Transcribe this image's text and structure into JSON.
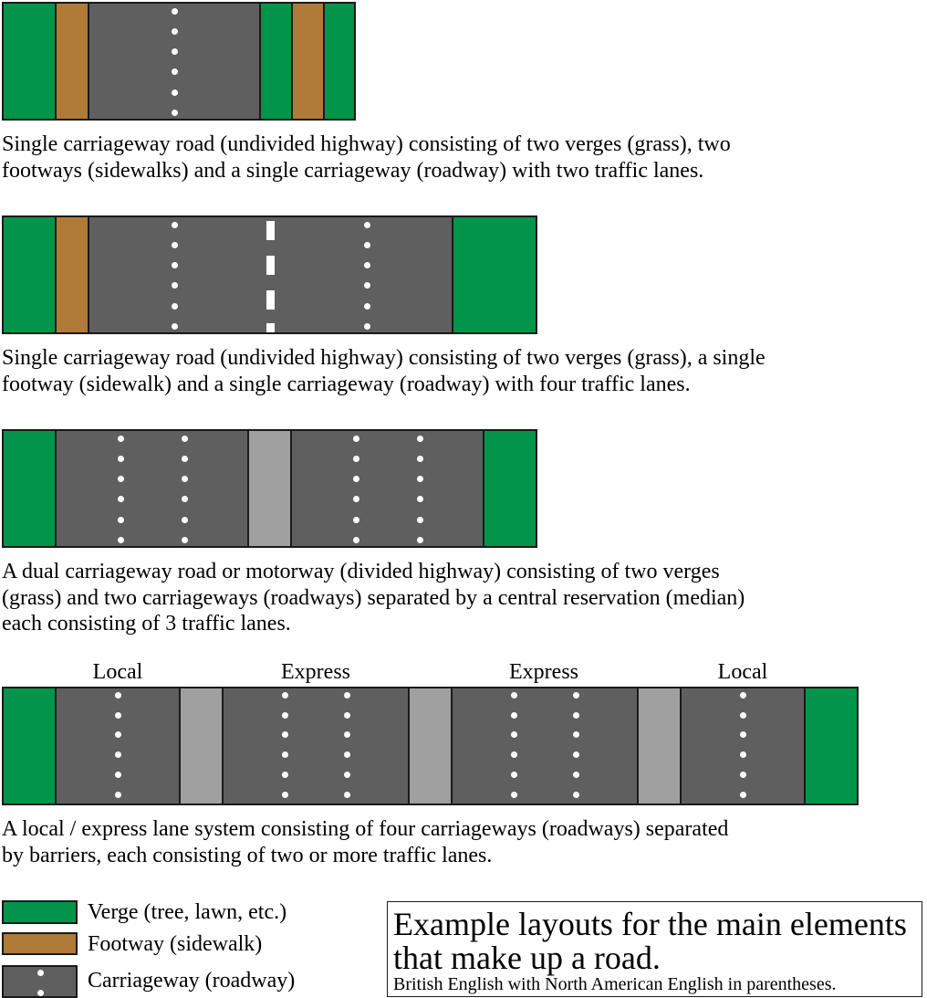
{
  "colors": {
    "verge": "#00954a",
    "footway": "#b07a38",
    "carriageway": "#5f5f5f",
    "median": "#a0a0a0",
    "lane_marking": "#ffffff",
    "outline": "#1a1a1a"
  },
  "diagrams": [
    {
      "caption_lines": [
        "Single carriageway road (undivided highway) consisting of two verges (grass), two",
        "footways (sidewalks) and a single carriageway (roadway) with two traffic lanes."
      ],
      "segments": [
        "verge",
        "footway",
        "carriageway (2 lanes)",
        "verge",
        "footway",
        "verge"
      ]
    },
    {
      "caption_lines": [
        "Single carriageway road (undivided highway) consisting of two verges (grass), a single",
        "footway (sidewalk) and a single carriageway (roadway) with four traffic lanes."
      ],
      "segments": [
        "verge",
        "footway",
        "carriageway (4 lanes, dashed centre line)",
        "verge"
      ]
    },
    {
      "caption_lines": [
        "A dual carriageway road or motorway (divided highway) consisting of two verges",
        "(grass) and two carriageways (roadways) separated by a central reservation (median)",
        "each consisting of 3 traffic lanes."
      ],
      "segments": [
        "verge",
        "carriageway (3 lanes)",
        "central reservation",
        "carriageway (3 lanes)",
        "verge"
      ]
    },
    {
      "labels": [
        "Local",
        "Express",
        "Express",
        "Local"
      ],
      "caption_lines": [
        "A local / express lane system consisting of four carriageways (roadways) separated",
        "by barriers, each consisting of two or more traffic lanes."
      ],
      "segments": [
        "verge",
        "local carriageway (2 lanes)",
        "barrier",
        "express carriageway (3 lanes)",
        "barrier",
        "express carriageway (3 lanes)",
        "barrier",
        "local carriageway (2 lanes)",
        "verge"
      ]
    }
  ],
  "legend": {
    "items": [
      {
        "label": "Verge (tree, lawn, etc.)",
        "swatch": "verge"
      },
      {
        "label": "Footway (sidewalk)",
        "swatch": "footway"
      },
      {
        "label": "Carriageway (roadway)",
        "swatch": "carriageway"
      }
    ]
  },
  "title": {
    "line1": "Example layouts for the main elements",
    "line2": "that make up a road.",
    "subtitle": "British English with North American English in parentheses."
  }
}
